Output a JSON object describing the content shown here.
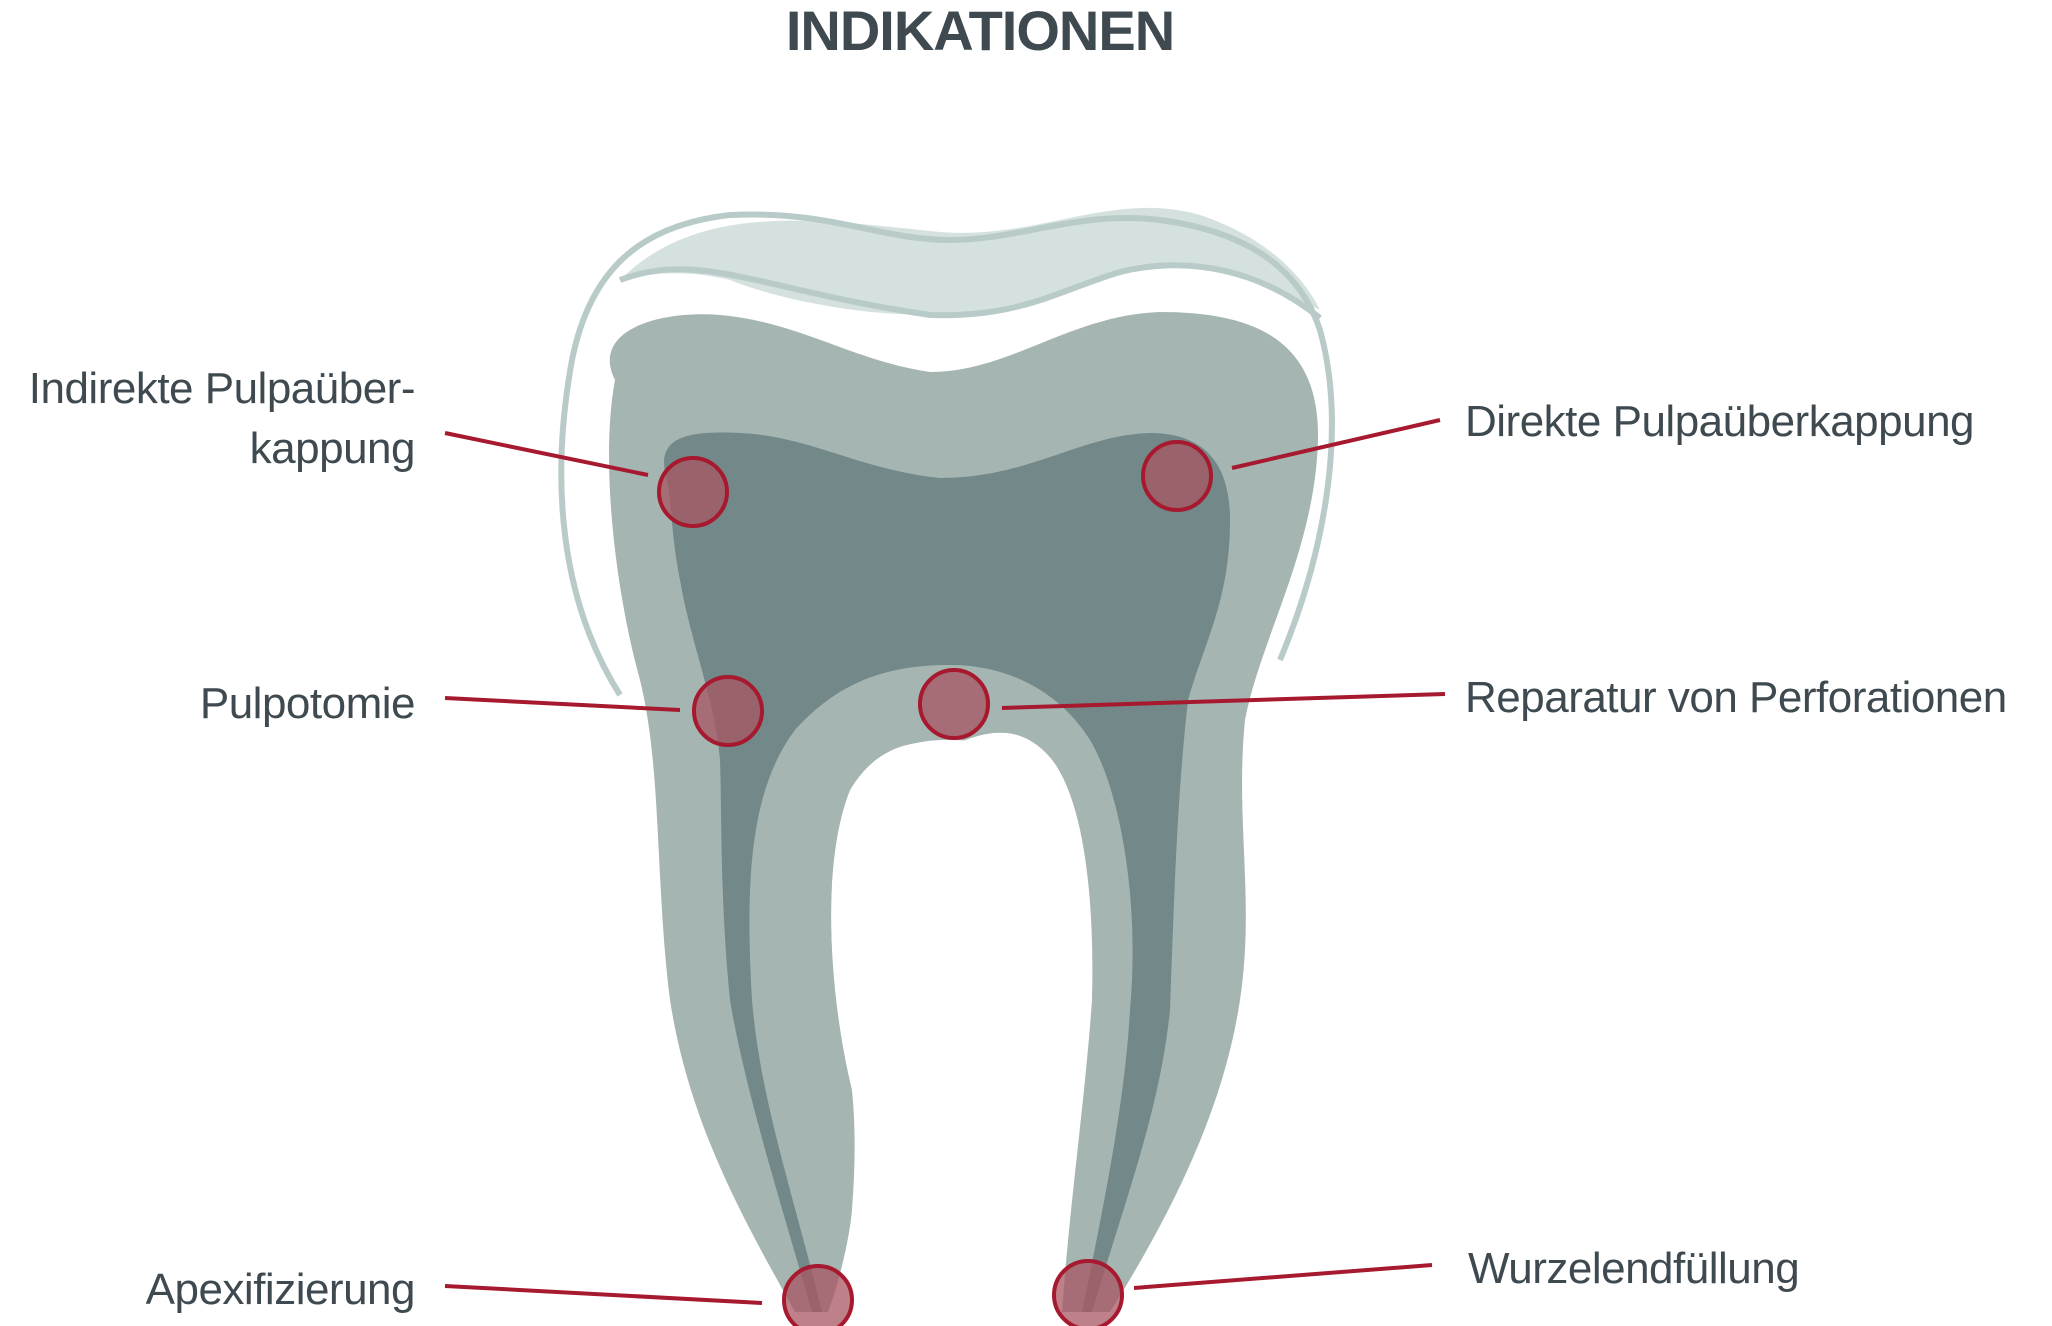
{
  "title": "INDIKATIONEN",
  "colors": {
    "text": "#3e4a50",
    "accent": "#a6192e",
    "marker_fill": "#a85562",
    "enamel_outline": "#b9cbc8",
    "enamel_fill": "#d4e1de",
    "dentin": "#a5b5b2",
    "pulp": "#728889"
  },
  "labels": {
    "indirect_line1": "Indirekte Pulpaüber-",
    "indirect_line2": "kappung",
    "direct": "Direkte Pulpaüberkappung",
    "pulpotomy": "Pulpotomie",
    "perforation": "Reparatur von Perforationen",
    "apexification": "Apexifizierung",
    "root_filling": "Wurzelendfüllung"
  }
}
